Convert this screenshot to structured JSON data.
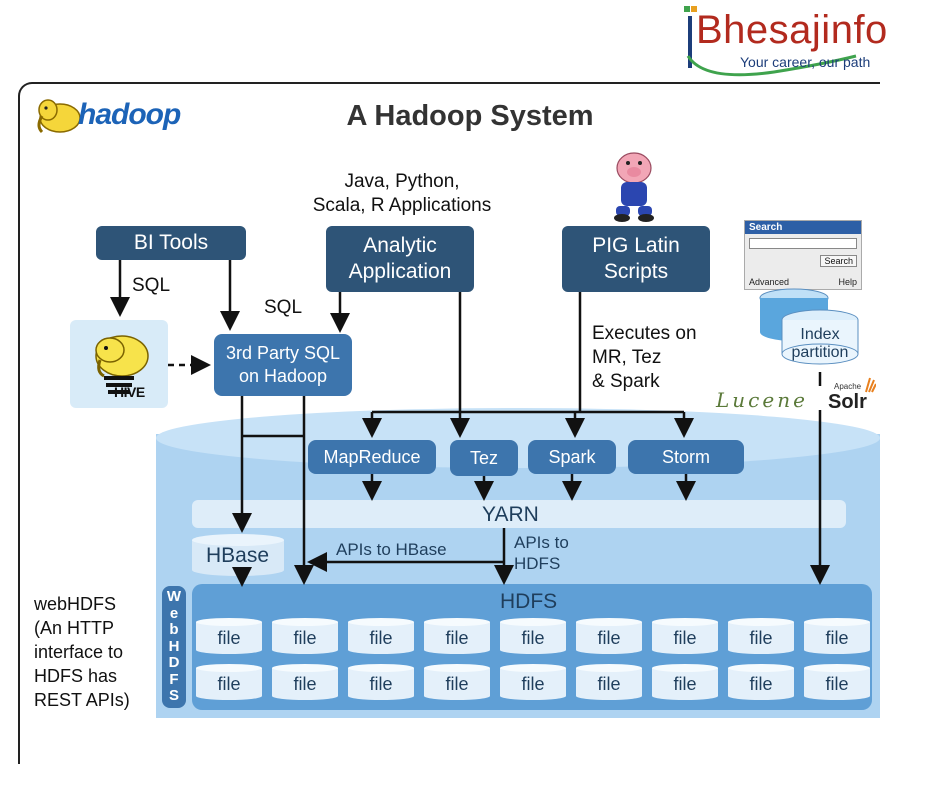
{
  "brand": {
    "name": "Bhesajinfo",
    "tagline": "Your career, our path"
  },
  "logos": {
    "hadoop": "hadoop",
    "hive": "HIVE",
    "lucene": "Lucene",
    "solr_prefix": "Apache",
    "solr": "Solr"
  },
  "title": "A Hadoop System",
  "captions": {
    "apps": [
      "Java, Python,",
      "Scala, R Applications"
    ],
    "sql_left": "SQL",
    "sql_right": "SQL",
    "executes": [
      "Executes on",
      "MR, Tez",
      "& Spark"
    ],
    "apis_hbase": "APIs to HBase",
    "apis_hdfs": [
      "APIs to",
      "HDFS"
    ],
    "webhdfs_note": [
      "webHDFS",
      "(An HTTP",
      "interface to",
      "HDFS has",
      "REST APIs)"
    ]
  },
  "boxes": {
    "bi_tools": "BI Tools",
    "analytic": [
      "Analytic",
      "Application"
    ],
    "pig": [
      "PIG Latin",
      "Scripts"
    ],
    "third_party": [
      "3rd Party SQL",
      "on Hadoop"
    ],
    "mapreduce": "MapReduce",
    "tez": "Tez",
    "spark": "Spark",
    "storm": "Storm",
    "yarn": "YARN",
    "hbase": "HBase",
    "hdfs": "HDFS",
    "webhdfs_vertical": [
      "W",
      "e",
      "b",
      "H",
      "D",
      "F",
      "S"
    ],
    "index": [
      "Index",
      "partition"
    ]
  },
  "search_widget": {
    "title": "Search",
    "button": "Search",
    "advanced": "Advanced",
    "help": "Help"
  },
  "files": {
    "row1": [
      "file",
      "file",
      "file",
      "file",
      "file",
      "file",
      "file",
      "file",
      "file"
    ],
    "row2": [
      "file",
      "file",
      "file",
      "file",
      "file",
      "file",
      "file",
      "file",
      "file"
    ]
  },
  "colors": {
    "dark_box": "#2e5477",
    "mid_box": "#3d75ad",
    "cylinder": "#aed3f1",
    "brand_red": "#b22a1e",
    "brand_blue": "#1c3d7a"
  },
  "icons": [
    "pig-mascot-icon",
    "elephant-hadoop-icon",
    "hive-bee-icon",
    "search-widget-icon",
    "index-database-icon",
    "solr-sun-icon"
  ]
}
